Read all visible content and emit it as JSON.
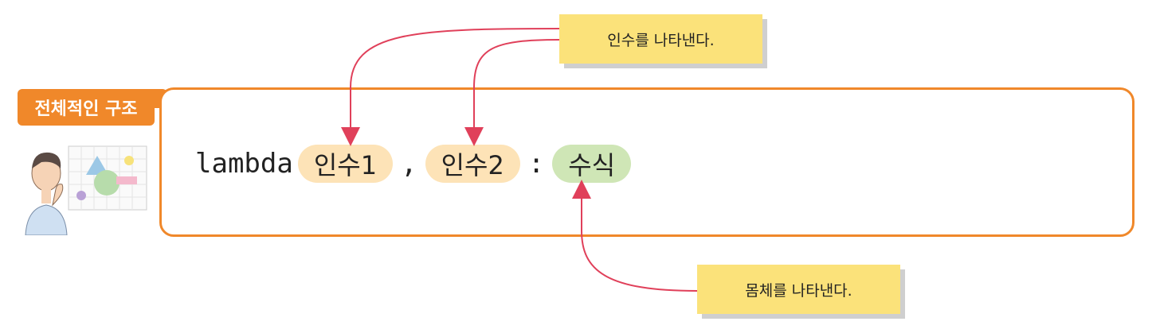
{
  "header": {
    "tag_label": "전체적인 구조"
  },
  "code": {
    "keyword": "lambda",
    "arg1": "인수1",
    "separator": ",",
    "arg2": "인수2",
    "colon": ":",
    "expression": "수식"
  },
  "callouts": {
    "top": "인수를 나타낸다.",
    "bottom": "몸체를 나타낸다."
  },
  "colors": {
    "accent": "#f0882a",
    "arg_pill": "#fde3b7",
    "body_pill": "#cfe6b6",
    "callout": "#fbe27a",
    "arrow": "#e0405a"
  },
  "illustration": "thinking-person-with-shapes-board"
}
